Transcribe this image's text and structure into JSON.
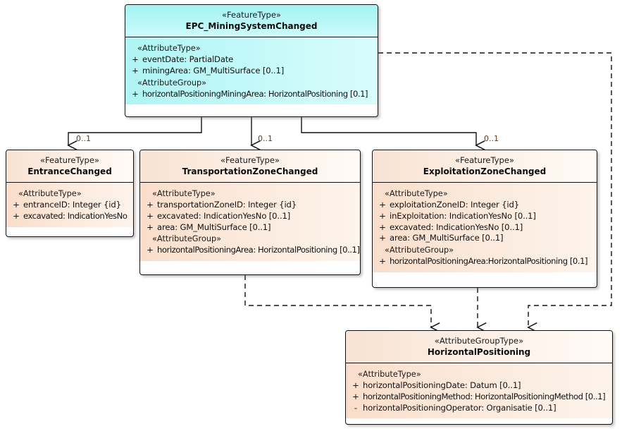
{
  "diagram": {
    "title": "EPC MiningSystemChanged UML class diagram",
    "background": "#ffffff",
    "palette": {
      "featuretype_fill": "#b9f7f7",
      "attributegroup_fill": "#fbe8da",
      "line": "#111111",
      "multiplicity_text": "#5c3a1e"
    }
  },
  "classes": {
    "root": {
      "stereotype": "«FeatureType»",
      "name": "EPC_MiningSystemChanged",
      "compartments": [
        {
          "group": "«AttributeType»",
          "attributes": [
            {
              "visibility": "+",
              "text": "eventDate: PartialDate"
            },
            {
              "visibility": "+",
              "text": "miningArea: GM_MultiSurface [0..1]"
            }
          ]
        },
        {
          "group": "«AttributeGroup»",
          "attributes": [
            {
              "visibility": "+",
              "text": "horizontalPositioningMiningArea: HorizontalPositioning [0.1]"
            }
          ]
        }
      ]
    },
    "entrance": {
      "stereotype": "«FeatureType»",
      "name": "EntranceChanged",
      "compartments": [
        {
          "group": "«AttributeType»",
          "attributes": [
            {
              "visibility": "+",
              "text": "entranceID: Integer {id}"
            },
            {
              "visibility": "+",
              "text": "excavated: IndicationYesNo"
            }
          ]
        }
      ]
    },
    "transportation": {
      "stereotype": "«FeatureType»",
      "name": "TransportationZoneChanged",
      "compartments": [
        {
          "group": "«AttributeType»",
          "attributes": [
            {
              "visibility": "+",
              "text": "transportationZoneID: Integer {id}"
            },
            {
              "visibility": "+",
              "text": "excavated: IndicationYesNo [0..1]"
            },
            {
              "visibility": "+",
              "text": "area: GM_MultiSurface [0..1]"
            }
          ]
        },
        {
          "group": "«AttributeGroup»",
          "attributes": [
            {
              "visibility": "+",
              "text": "horizontalPositioningArea: HorizontalPositioning [0..1]"
            }
          ]
        }
      ]
    },
    "exploitation": {
      "stereotype": "«FeatureType»",
      "name": "ExploitationZoneChanged",
      "compartments": [
        {
          "group": "«AttributeType»",
          "attributes": [
            {
              "visibility": "+",
              "text": "exploitationZoneID: Integer {id}"
            },
            {
              "visibility": "+",
              "text": "inExploitation: IndicationYesNo [0..1]"
            },
            {
              "visibility": "+",
              "text": "excavated: IndicationYesNo [0..1]"
            },
            {
              "visibility": "+",
              "text": "area: GM_MultiSurface [0..1]"
            }
          ]
        },
        {
          "group": "«AttributeGroup»",
          "attributes": [
            {
              "visibility": "+",
              "text": "horizontalPositioningArea:HorizontalPositioning [0.1]"
            }
          ]
        }
      ]
    },
    "horizontalpositioning": {
      "stereotype": "«AttributeGroupType»",
      "name": "HorizontalPositioning",
      "compartments": [
        {
          "group": "«AttributeType»",
          "attributes": [
            {
              "visibility": "+",
              "text": "horizontalPositioningDate: Datum [0..1]"
            },
            {
              "visibility": "+",
              "text": "horizontalPositioningMethod: HorizontalPositioningMethod [0..1]"
            },
            {
              "visibility": "-",
              "text": "horizontalPositioningOperator: Organisatie [0..1]"
            }
          ]
        }
      ]
    }
  },
  "connectors": {
    "multiplicities": [
      {
        "id": "entrance",
        "label": "0..1"
      },
      {
        "id": "transportation",
        "label": "0..1"
      },
      {
        "id": "exploitation",
        "label": "0..1"
      }
    ]
  }
}
